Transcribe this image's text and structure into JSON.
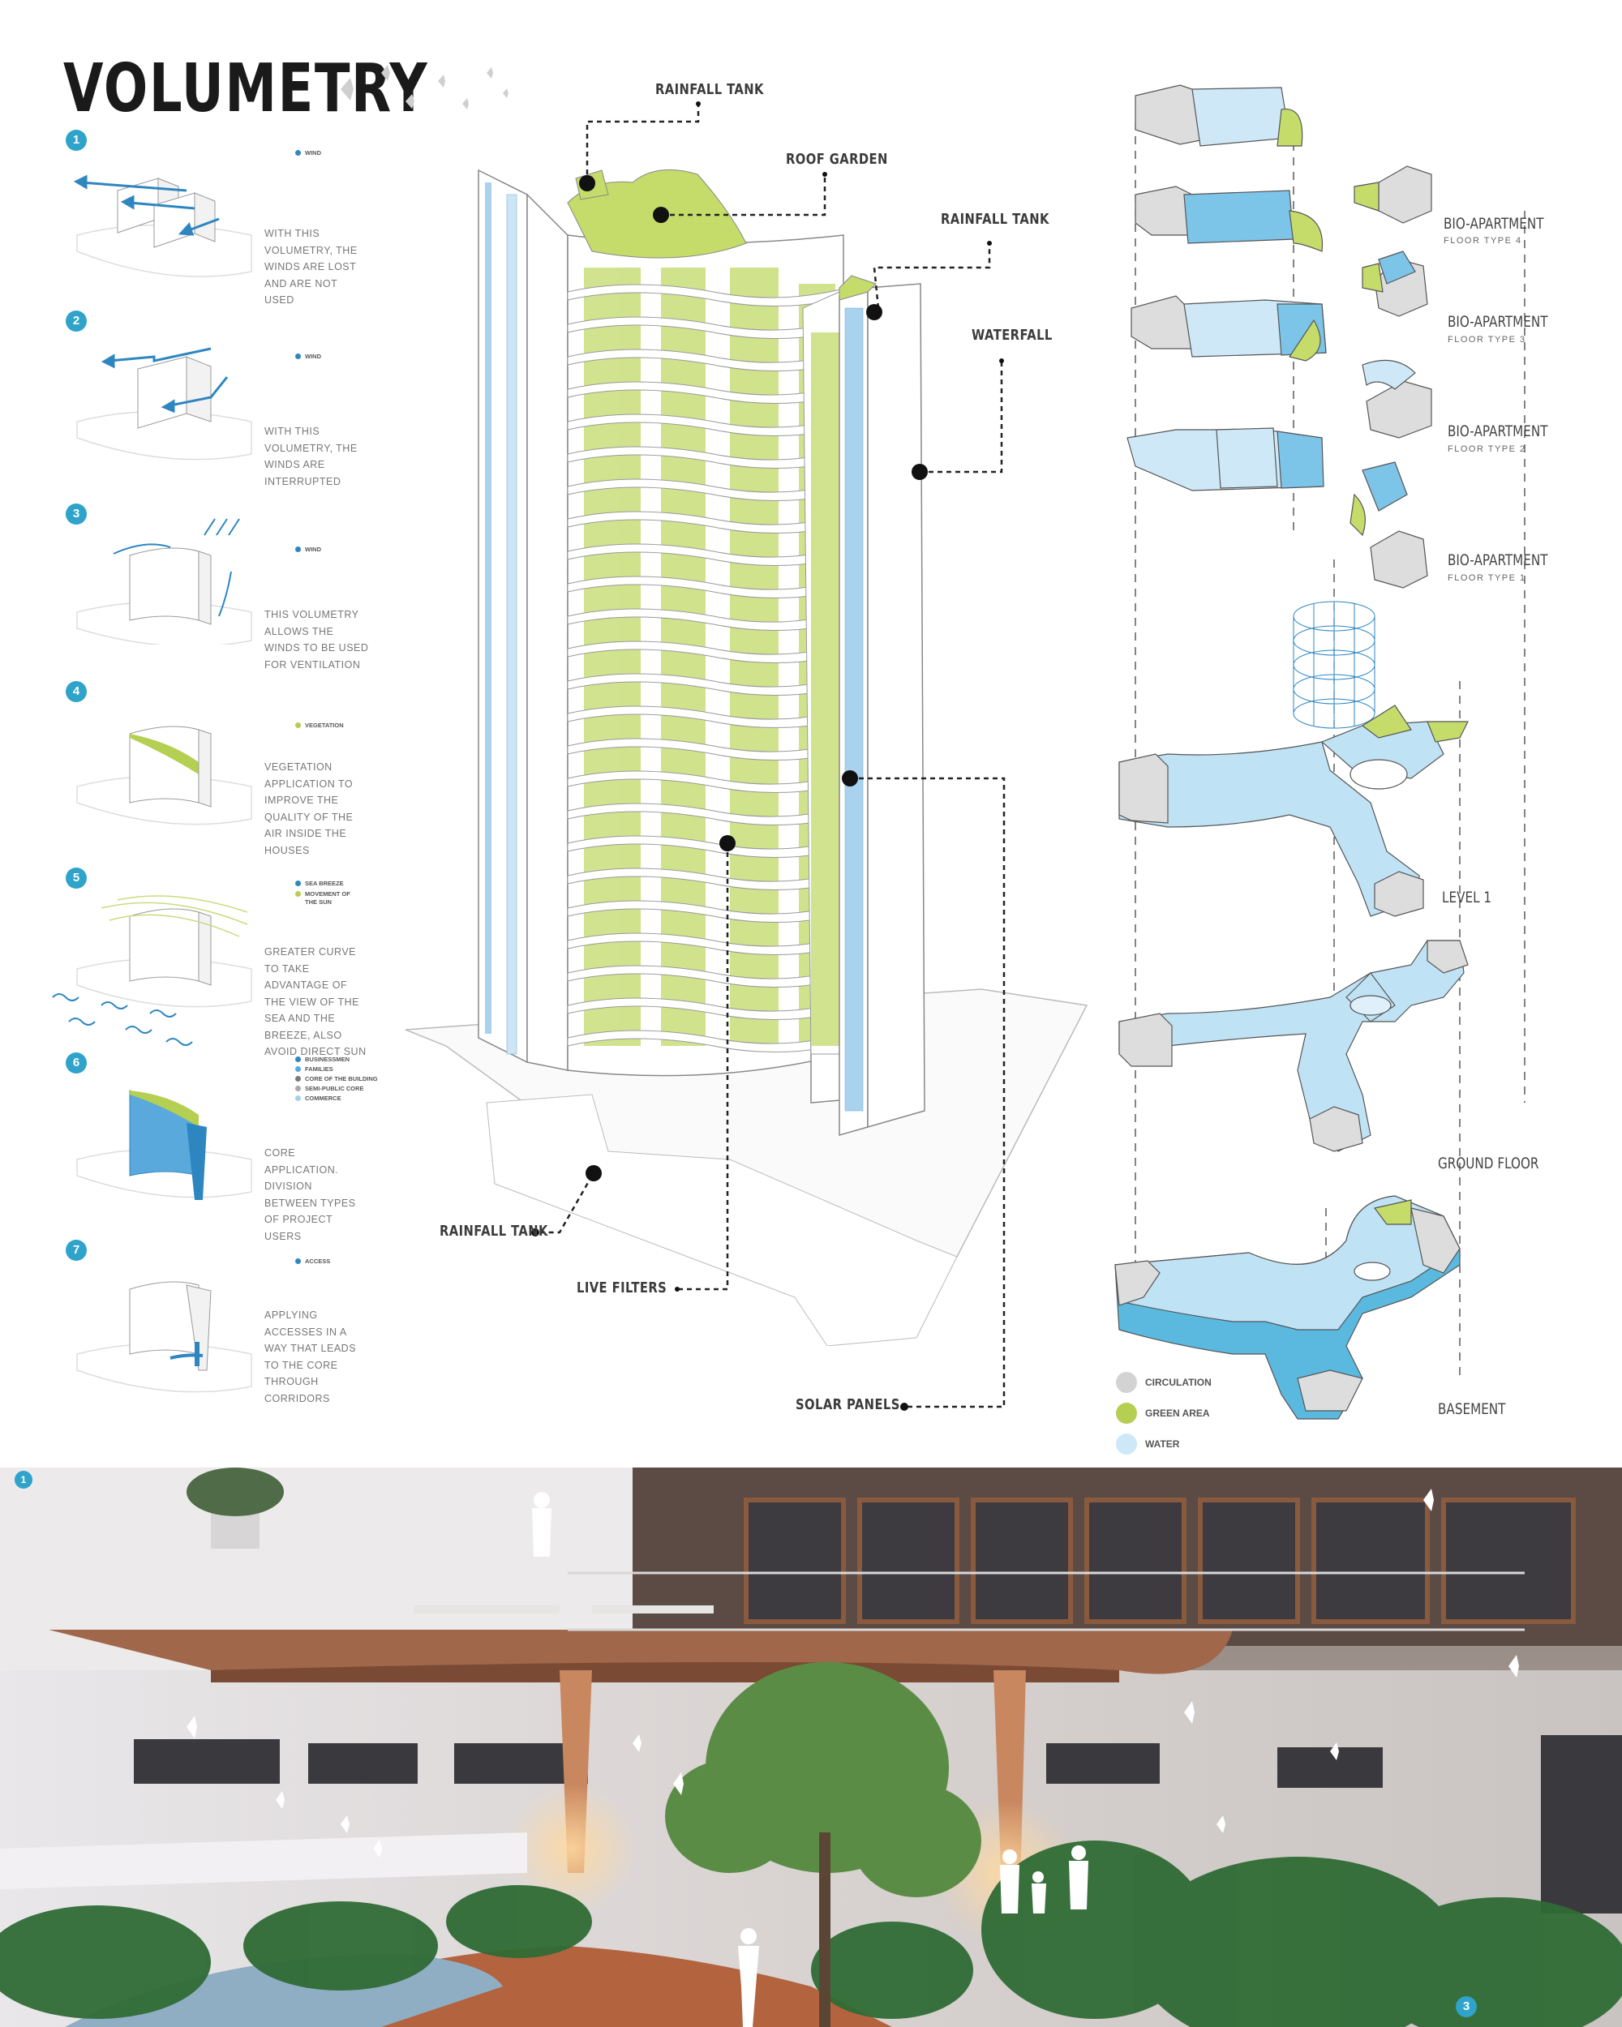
{
  "title": "VOLUMETRY",
  "steps": [
    {
      "num": "1",
      "legend": [
        {
          "label": "WIND",
          "color": "#2e86c1"
        }
      ],
      "caption": "WITH THIS VOLUMETRY, THE WINDS ARE LOST AND ARE NOT USED"
    },
    {
      "num": "2",
      "legend": [
        {
          "label": "WIND",
          "color": "#2e86c1"
        }
      ],
      "caption": "WITH THIS VOLUMETRY, THE WINDS ARE INTERRUPTED"
    },
    {
      "num": "3",
      "legend": [
        {
          "label": "WIND",
          "color": "#2e86c1"
        }
      ],
      "caption": "THIS VOLUMETRY ALLOWS THE WINDS TO BE USED FOR VENTILATION"
    },
    {
      "num": "4",
      "legend": [
        {
          "label": "VEGETATION",
          "color": "#b5cf52"
        }
      ],
      "caption": "VEGETATION APPLICATION TO IMPROVE THE QUALITY OF THE AIR INSIDE THE HOUSES"
    },
    {
      "num": "5",
      "legend": [
        {
          "label": "SEA BREEZE",
          "color": "#2e86c1"
        },
        {
          "label": "MOVEMENT OF THE SUN",
          "color": "#b5cf52"
        }
      ],
      "caption": "GREATER CURVE TO TAKE ADVANTAGE OF THE VIEW OF THE SEA AND THE BREEZE, ALSO AVOID DIRECT SUN"
    },
    {
      "num": "6",
      "legend": [
        {
          "label": "BUSINESSMEN",
          "color": "#2e86c1"
        },
        {
          "label": "FAMILIES",
          "color": "#5aa9dc"
        },
        {
          "label": "CORE OF THE BUILDING",
          "color": "#7a7a7a"
        },
        {
          "label": "SEMI-PUBLIC CORE",
          "color": "#a9a9a9"
        },
        {
          "label": "COMMERCE",
          "color": "#9fd3ea"
        }
      ],
      "caption": "CORE APPLICATION. DIVISION BETWEEN TYPES OF PROJECT USERS"
    },
    {
      "num": "7",
      "legend": [
        {
          "label": "ACCESS",
          "color": "#2e86c1"
        }
      ],
      "caption": "APPLYING ACCESSES IN A WAY THAT LEADS TO THE CORE THROUGH CORRIDORS"
    }
  ],
  "tower_labels": {
    "rainfall_tank_top": "RAINFALL TANK",
    "roof_garden": "ROOF GARDEN",
    "rainfall_tank_right": "RAINFALL TANK",
    "waterfall": "WATERFALL",
    "rainfall_tank_bottom": "RAINFALL TANK",
    "live_filters": "LIVE FILTERS",
    "solar_panels": "SOLAR PANELS"
  },
  "floors": [
    {
      "name": "BIO-APARTMENT",
      "sub": "FLOOR TYPE 4"
    },
    {
      "name": "BIO-APARTMENT",
      "sub": "FLOOR TYPE 3"
    },
    {
      "name": "BIO-APARTMENT",
      "sub": "FLOOR TYPE 2"
    },
    {
      "name": "BIO-APARTMENT",
      "sub": "FLOOR TYPE 1"
    },
    {
      "name": "LEVEL 1"
    },
    {
      "name": "GROUND FLOOR"
    },
    {
      "name": "BASEMENT"
    }
  ],
  "plan_legend": [
    {
      "label": "CIRCULATION",
      "color": "#d3d3d3"
    },
    {
      "label": "GREEN AREA",
      "color": "#b5cf52"
    },
    {
      "label": "WATER",
      "color": "#cfe8f7"
    }
  ],
  "render": {
    "corner_num_left": "1",
    "corner_num_right": "3"
  },
  "colors": {
    "accent": "#2fa3c9",
    "green": "#b5cf52",
    "blue": "#7cc4e8",
    "water": "#5bb9e0"
  }
}
